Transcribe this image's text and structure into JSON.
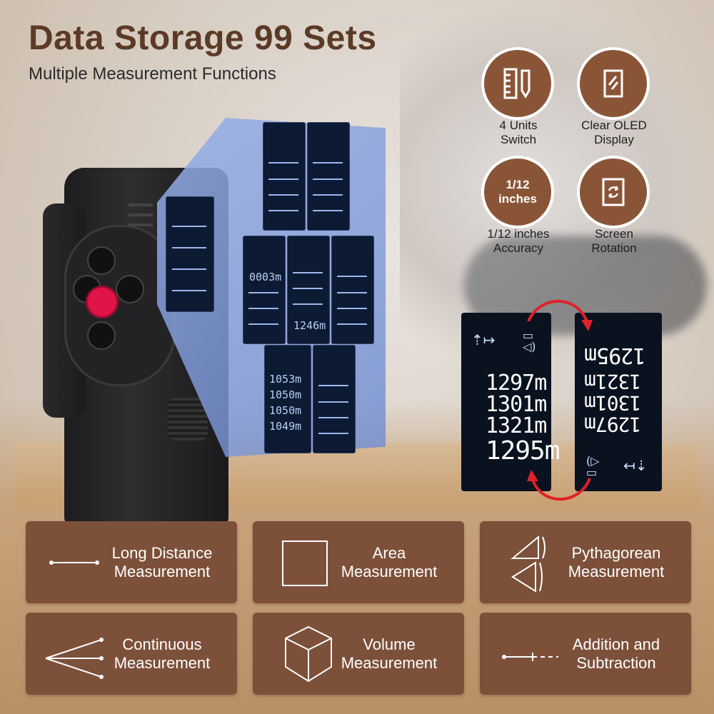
{
  "title": "Data Storage 99 Sets",
  "subtitle": "Multiple Measurement Functions",
  "features": [
    {
      "icon": "ruler-pencil-icon",
      "badge": "",
      "label_line1": "4 Units",
      "label_line2": "Switch"
    },
    {
      "icon": "display-icon",
      "badge": "",
      "label_line1": "Clear OLED",
      "label_line2": "Display"
    },
    {
      "icon": "",
      "badge_line1": "1/12",
      "badge_line2": "inches",
      "label_line1": "1/12 inches",
      "label_line2": "Accuracy"
    },
    {
      "icon": "screen-rotation-icon",
      "badge": "",
      "label_line1": "Screen",
      "label_line2": "Rotation"
    }
  ],
  "lcd_panels": {
    "p1": "0003m",
    "p2": "1246m",
    "p3": [
      "1053m",
      "1050m",
      "1050m",
      "1049m"
    ]
  },
  "screen_left": [
    "1297m",
    "1301m",
    "1321m",
    "1295m"
  ],
  "screen_right": [
    "1295m",
    "1321m",
    "1301m",
    "1297m"
  ],
  "cards": [
    {
      "icon": "line-icon",
      "line1": "Long Distance",
      "line2": "Measurement"
    },
    {
      "icon": "square-icon",
      "line1": "Area",
      "line2": "Measurement"
    },
    {
      "icon": "triangle-icon",
      "line1": "Pythagorean",
      "line2": "Measurement"
    },
    {
      "icon": "rays-icon",
      "line1": "Continuous",
      "line2": "Measurement"
    },
    {
      "icon": "cube-icon",
      "line1": "Volume",
      "line2": "Measurement"
    },
    {
      "icon": "dashed-line-icon",
      "line1": "Addition and",
      "line2": "Subtraction"
    }
  ],
  "colors": {
    "brand_brown": "#7d503a",
    "title_brown": "#5b3a26",
    "accent_red": "#e0202a"
  }
}
